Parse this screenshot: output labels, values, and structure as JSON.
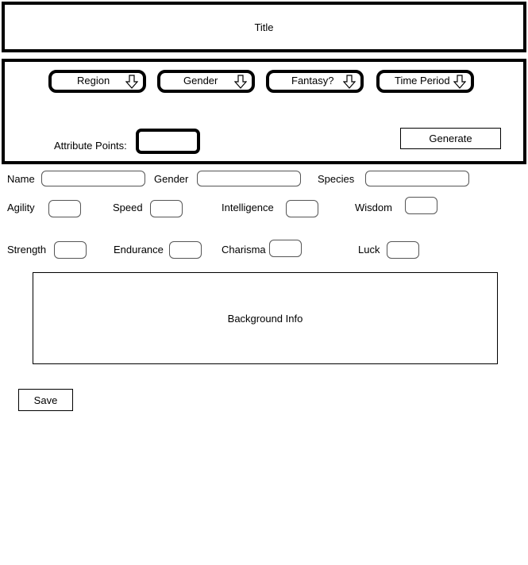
{
  "header": {
    "title": "Title"
  },
  "options": {
    "dropdowns": [
      {
        "label": "Region",
        "icon": "arrow-down-icon"
      },
      {
        "label": "Gender",
        "icon": "arrow-down-icon"
      },
      {
        "label": "Fantasy?",
        "icon": "arrow-down-icon"
      },
      {
        "label": "Time Period",
        "icon": "arrow-down-icon"
      }
    ],
    "attribute_points_label": "Attribute Points:",
    "attribute_points_value": "",
    "generate_label": "Generate"
  },
  "identity": {
    "name_label": "Name",
    "name_value": "",
    "gender_label": "Gender",
    "gender_value": "",
    "species_label": "Species",
    "species_value": ""
  },
  "attributes": {
    "agility": "Agility",
    "speed": "Speed",
    "intelligence": "Intelligence",
    "wisdom": "Wisdom",
    "strength": "Strength",
    "endurance": "Endurance",
    "charisma": "Charisma",
    "luck": "Luck"
  },
  "background": {
    "label": "Background Info"
  },
  "save_label": "Save"
}
